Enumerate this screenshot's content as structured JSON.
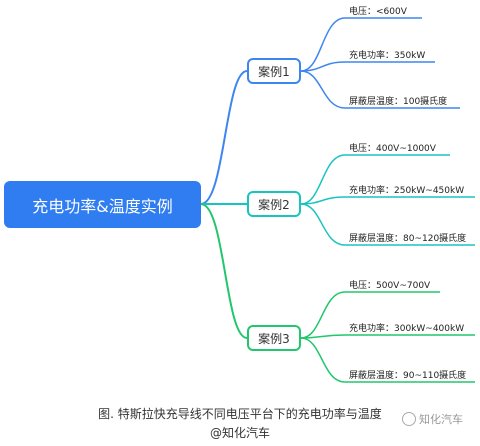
{
  "root": {
    "label": "充电功率&温度实例"
  },
  "colors": {
    "root": "#2f7df0",
    "case1": "#3d86f0",
    "case2": "#19c4c0",
    "case3": "#22c76d"
  },
  "cases": [
    {
      "label": "案例1",
      "items": [
        "电压：<600V",
        "充电功率：350kW",
        "屏蔽层温度：100摄氏度"
      ]
    },
    {
      "label": "案例2",
      "items": [
        "电压：400V~1000V",
        "充电功率：250kW~450kW",
        "屏蔽层温度：80~120摄氏度"
      ]
    },
    {
      "label": "案例3",
      "items": [
        "电压：500V~700V",
        "充电功率：300kW~400kW",
        "屏蔽层温度：90~110摄氏度"
      ]
    }
  ],
  "caption": {
    "line1": "图. 特斯拉快充导线不同电压平台下的充电功率与温度",
    "line2": "@知化汽车"
  },
  "watermark": {
    "text": "知化汽车",
    "icon": "wechat-icon"
  }
}
